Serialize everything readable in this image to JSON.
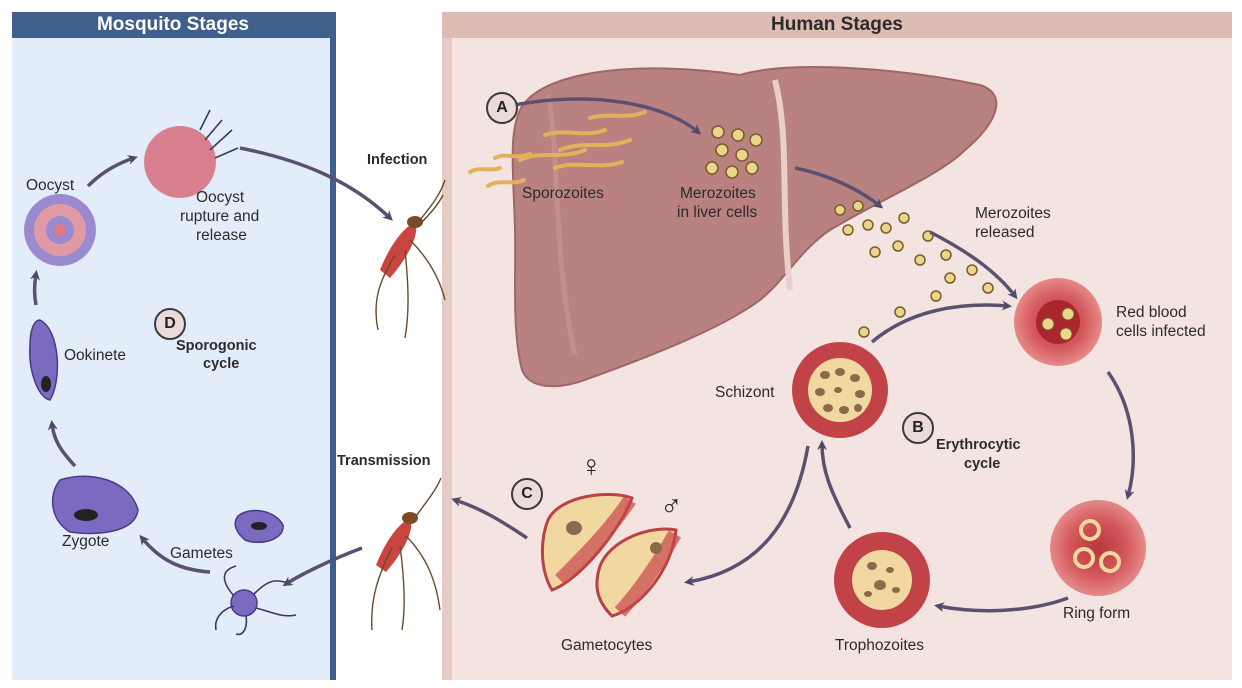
{
  "headers": {
    "mosquito": "Mosquito Stages",
    "human": "Human Stages"
  },
  "mosquito_labels": {
    "oocyst": "Oocyst",
    "rupture_line1": "Oocyst",
    "rupture_line2": "rupture and",
    "rupture_line3": "release",
    "ookinete": "Ookinete",
    "zygote": "Zygote",
    "gametes": "Gametes",
    "sporogonic_line1": "Sporogonic",
    "sporogonic_line2": "cycle"
  },
  "transfer_labels": {
    "infection": "Infection",
    "transmission": "Transmission"
  },
  "human_labels": {
    "sporozoites": "Sporozoites",
    "merozoites_liver_line1": "Merozoites",
    "merozoites_liver_line2": "in liver cells",
    "merozoites_released_line1": "Merozoites",
    "merozoites_released_line2": "released",
    "rbc_line1": "Red blood",
    "rbc_line2": "cells infected",
    "schizont": "Schizont",
    "erythrocytic_line1": "Erythrocytic",
    "erythrocytic_line2": "cycle",
    "ring_form": "Ring form",
    "trophozoites": "Trophozoites",
    "gametocytes": "Gametocytes"
  },
  "badges": {
    "a": "A",
    "b": "B",
    "c": "C",
    "d": "D"
  },
  "symbols": {
    "female": "♀",
    "male": "♂"
  },
  "colors": {
    "mosquito_panel": "#e3edf9",
    "mosquito_header": "#3f5f8c",
    "human_panel": "#f4e4e1",
    "human_header": "#dcbcb3",
    "liver": "#b97e7b",
    "rbc": "#c24347",
    "parasite": "#8574c4",
    "arrow": "#5a5170"
  }
}
